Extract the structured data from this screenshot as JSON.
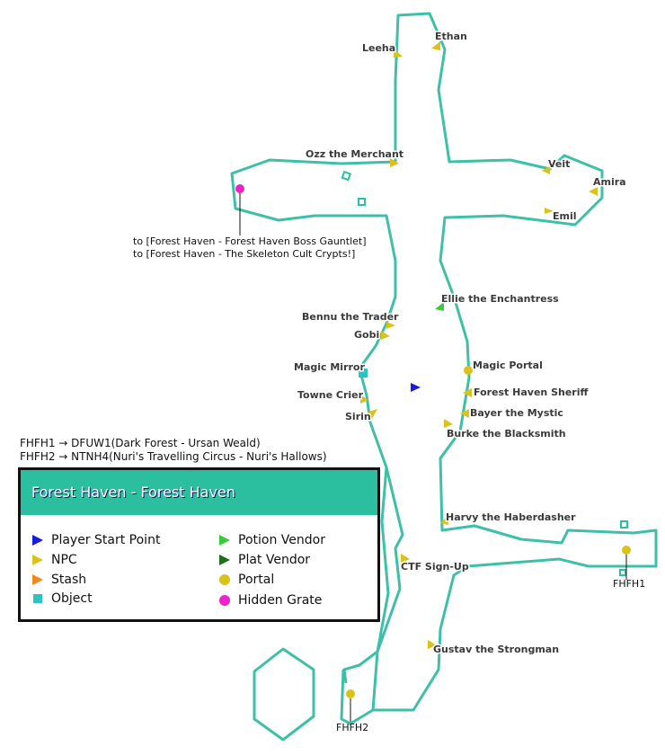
{
  "map": {
    "path_color": "#3dbfa8",
    "npcs": [
      "Leeha",
      "Ethan",
      "Ozz the Merchant",
      "Veit",
      "Amira",
      "Emil",
      "Bennu the Trader",
      "Gobi",
      "Towne Crier",
      "Sirin",
      "Forest Haven Sheriff",
      "Bayer the Mystic",
      "Burke the Blacksmith",
      "Harvy the Haberdasher",
      "CTF Sign-Up",
      "Gustav the Strongman"
    ],
    "potion_vendor": "Ellie the Enchantress",
    "object": "Magic Mirror",
    "portal": "Magic Portal",
    "hidden_grate_links": [
      "to [Forest Haven - Forest Haven Boss Gauntlet]",
      "to [Forest Haven - The Skeleton Cult Crypts!]"
    ],
    "portal_fhfh1": "FHFH1",
    "portal_fhfh2": "FHFH2"
  },
  "notes": {
    "line1": "FHFH1 → DFUW1(Dark Forest - Ursan Weald)",
    "line2": "FHFH2 → NTNH4(Nuri's Travelling Circus - Nuri's Hallows)"
  },
  "legend": {
    "title": "Forest Haven - Forest Haven",
    "items": [
      {
        "label": "Player Start Point",
        "color": "#1a1adf",
        "shape": "triangle"
      },
      {
        "label": "NPC",
        "color": "#d9c21a",
        "shape": "triangle"
      },
      {
        "label": "Stash",
        "color": "#f08a1a",
        "shape": "triangle"
      },
      {
        "label": "Object",
        "color": "#2bc4c4",
        "shape": "square"
      },
      {
        "label": "Potion Vendor",
        "color": "#3cc83c",
        "shape": "triangle"
      },
      {
        "label": "Plat Vendor",
        "color": "#1e6e1e",
        "shape": "triangle"
      },
      {
        "label": "Portal",
        "color": "#d9c21a",
        "shape": "circle"
      },
      {
        "label": "Hidden Grate",
        "color": "#ee22cc",
        "shape": "circle"
      }
    ]
  }
}
